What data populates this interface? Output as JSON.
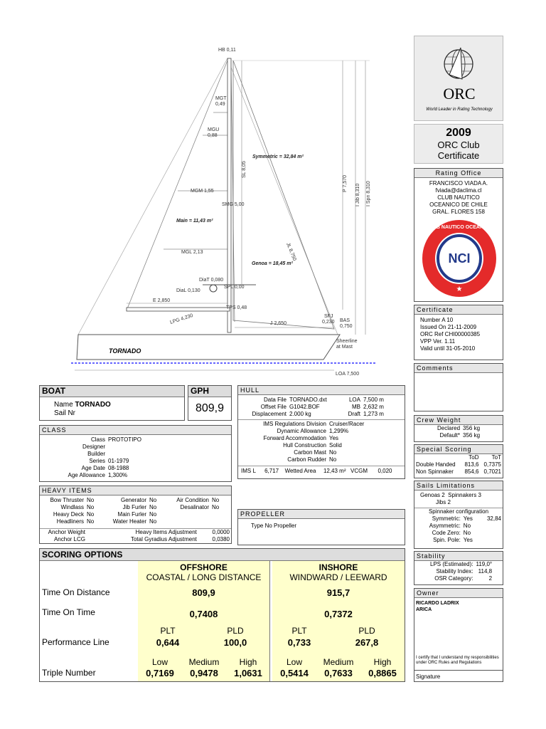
{
  "diagram": {
    "labels": {
      "hb": "HB 0,11",
      "mgt": "MGT\n0,49",
      "mgu": "MGU\n0,88",
      "mgm": "MGM 1,55",
      "smg": "SMG 5,00",
      "mgl": "MGL 2,13",
      "diat": "DiaT 0,080",
      "dial": "DiaL 0,130",
      "spl": "SPL 0,00",
      "e": "E 2,850",
      "tps": "TPS 0,48",
      "lpg": "LPG 4,230",
      "j": "J 2,650",
      "sfj": "SFJ\n0,230",
      "bas": "BAS\n0,750",
      "sheerline": "Sheerline\nat Mast",
      "loa": "LOA 7,500",
      "sl": "SL 8,05",
      "p": "P 7,570",
      "ijib": "I Jib 8,310",
      "ispn": "I Spn 8,310",
      "jl": "JL 8,750",
      "symmetric": "Symmetric = 32,84 m²",
      "main": "Main = 11,43 m²",
      "genoa": "Genoa = 18,45 m²",
      "boatname": "TORNADO"
    }
  },
  "orc": {
    "logo_text": "ORC",
    "tagline": "World Leader in Rating Technology",
    "year": "2009",
    "cert_name_1": "ORC Club",
    "cert_name_2": "Certificate"
  },
  "rating_office": {
    "header": "Rating Office",
    "lines": [
      "FRANCISCO VIADA A.",
      "fviada@daclima.cl",
      "CLUB NAUTICO",
      "OCEANICO DE CHILE",
      "GRAL. FLORES 158"
    ],
    "seal_text": "CLUB NAUTICO OCEANICO DE CHILE",
    "seal_mono": "NCI"
  },
  "certificate": {
    "header": "Certificate",
    "lines": [
      "Number A 10",
      "Issued On 21-11-2009",
      "ORC Ref CHI00000385",
      "VPP Ver. 1.11",
      "Valid until 31-05-2010"
    ]
  },
  "comments": {
    "header": "Comments"
  },
  "crew_weight": {
    "header": "Crew Weight",
    "rows": [
      {
        "label": "Declared",
        "value": "356 kg"
      },
      {
        "label": "Default*",
        "value": "356 kg"
      }
    ]
  },
  "special_scoring": {
    "header": "Special Scoring",
    "cols": [
      "ToD",
      "ToT"
    ],
    "rows": [
      {
        "label": "Double Handed",
        "tod": "813,6",
        "tot": "0,7375"
      },
      {
        "label": "Non Spinnaker",
        "tod": "854,6",
        "tot": "0,7021"
      }
    ]
  },
  "sails_limitations": {
    "header": "Sails Limitations",
    "genoas_label": "Genoas",
    "genoas": "2",
    "spinnakers_label": "Spinnakers",
    "spinnakers": "3",
    "jibs_label": "Jibs",
    "jibs": "2",
    "spinnaker_config": "Spinnaker configuration",
    "rows": [
      {
        "label": "Symmetric:",
        "value": "Yes",
        "extra": "32,84"
      },
      {
        "label": "Asymmetric:",
        "value": "No",
        "extra": ""
      },
      {
        "label": "Code Zero:",
        "value": "No",
        "extra": ""
      },
      {
        "label": "Spin. Pole:",
        "value": "Yes",
        "extra": ""
      }
    ]
  },
  "stability": {
    "header": "Stability",
    "rows": [
      {
        "label": "LPS (Estimated):",
        "value": "119,0°"
      },
      {
        "label": "Stability Index:",
        "value": "114,8"
      },
      {
        "label": "OSR Category:",
        "value": "2"
      }
    ]
  },
  "owner": {
    "header": "Owner",
    "name": "RICARDO LADRIX",
    "city": "ARICA",
    "declaration": "I certify that I understand my responsibilities under ORC Rules and Regulations",
    "signature": "Signature"
  },
  "boat": {
    "header": "BOAT",
    "name_label": "Name",
    "name": "TORNADO",
    "sail_label": "Sail Nr",
    "sail": ""
  },
  "gph": {
    "header": "GPH",
    "value": "809,9"
  },
  "hull": {
    "header": "HULL",
    "left": [
      {
        "label": "Data File",
        "value": "TORNADO.dxt"
      },
      {
        "label": "Offset File",
        "value": "G1042.BOF"
      },
      {
        "label": "Displacement",
        "value": "2.000 kg"
      }
    ],
    "right": [
      {
        "label": "LOA",
        "value": "7,500 m"
      },
      {
        "label": "MB",
        "value": "2,632 m"
      },
      {
        "label": "Draft",
        "value": "1,273 m"
      }
    ],
    "rows": [
      {
        "label": "IMS Regulations Division",
        "value": "Cruiser/Racer"
      },
      {
        "label": "Dynamic Allowance",
        "value": "1,299%"
      },
      {
        "label": "Forward Accommodation",
        "value": "Yes"
      },
      {
        "label": "Hull Construction",
        "value": "Solid"
      },
      {
        "label": "Carbon Mast",
        "value": "No"
      },
      {
        "label": "Carbon Rudder",
        "value": "No"
      }
    ],
    "ims_l_label": "IMS L",
    "ims_l": "6,717",
    "wetted_label": "Wetted Area",
    "wetted": "12,43 m²",
    "vcgm_label": "VCGM",
    "vcgm": "0,020"
  },
  "class": {
    "header": "CLASS",
    "rows": [
      {
        "label": "Class",
        "value": "PROTOTIPO"
      },
      {
        "label": "Designer",
        "value": ""
      },
      {
        "label": "Builder",
        "value": ""
      },
      {
        "label": "Series",
        "value": "01-1979"
      },
      {
        "label": "Age Date",
        "value": "08-1988"
      },
      {
        "label": "Age Allowance",
        "value": "1,300%"
      }
    ]
  },
  "heavy_items": {
    "header": "HEAVY ITEMS",
    "grid": [
      [
        "Bow Thruster",
        "No",
        "Generator",
        "No",
        "Air Condition",
        "No"
      ],
      [
        "Windlass",
        "No",
        "Jib Furler",
        "No",
        "Desalinator",
        "No"
      ],
      [
        "Heavy Deck",
        "No",
        "Main Furler",
        "No",
        "",
        ""
      ],
      [
        "Headliners",
        "No",
        "Water Heater",
        "No",
        "",
        ""
      ]
    ],
    "anchor_weight_label": "Anchor Weight",
    "anchor_lcg_label": "Anchor LCG",
    "hi_adj_label": "Heavy Items Adjustment",
    "hi_adj": "0,0000",
    "gyr_label": "Total Gyradius Adjustment",
    "gyr": "0,0380"
  },
  "propeller": {
    "header": "PROPELLER",
    "type_label": "Type",
    "type": "No Propeller"
  },
  "scoring": {
    "header": "SCORING OPTIONS",
    "offshore": "OFFSHORE",
    "offshore_sub": "COASTAL / LONG DISTANCE",
    "inshore": "INSHORE",
    "inshore_sub": "WINDWARD / LEEWARD",
    "tod_label": "Time On Distance",
    "tod_off": "809,9",
    "tod_in": "915,7",
    "tot_label": "Time On Time",
    "tot_off": "0,7408",
    "tot_in": "0,7372",
    "pl_label": "Performance Line",
    "plt": "PLT",
    "pld": "PLD",
    "plt_off": "0,644",
    "pld_off": "100,0",
    "plt_in": "0,733",
    "pld_in": "267,8",
    "tn_label": "Triple Number",
    "low": "Low",
    "medium": "Medium",
    "high": "High",
    "tn_off": [
      "0,7169",
      "0,9478",
      "1,0631"
    ],
    "tn_in": [
      "0,5414",
      "0,7633",
      "0,8865"
    ]
  }
}
